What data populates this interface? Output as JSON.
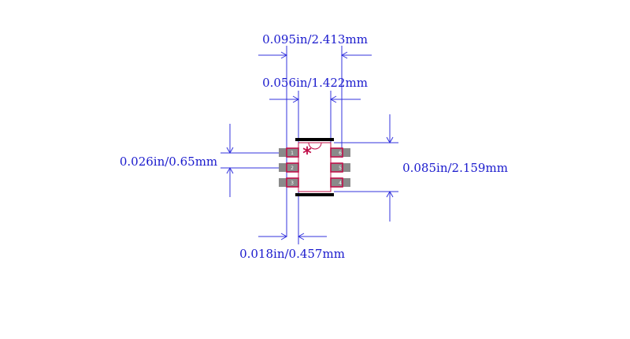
{
  "dimensions": {
    "overall_width": "0.095in/2.413mm",
    "body_width": "0.056in/1.422mm",
    "pitch": "0.026in/0.65mm",
    "body_length": "0.085in/2.159mm",
    "lead_width": "0.018in/0.457mm"
  },
  "pin1_marker": "*",
  "pins": [
    "1",
    "2",
    "3",
    "4",
    "5",
    "6"
  ],
  "colors": {
    "dimension": "#3333dd",
    "text": "#1a1acd",
    "outline": "#c0104a",
    "pad": "#8a8a8a",
    "silkscreen": "#000000"
  }
}
